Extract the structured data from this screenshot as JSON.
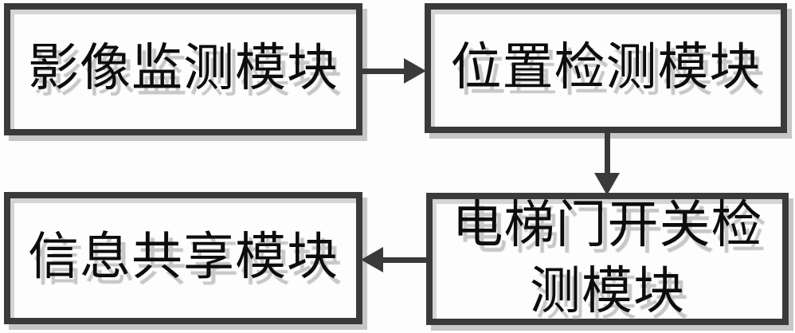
{
  "diagram": {
    "type": "flowchart",
    "boxes": [
      {
        "id": "image-monitoring",
        "label": "影像监测模块"
      },
      {
        "id": "position-detection",
        "label": "位置检测模块"
      },
      {
        "id": "elevator-door-detection",
        "label": "电梯门开关检测模块"
      },
      {
        "id": "information-sharing",
        "label": "信息共享模块"
      }
    ],
    "connections": [
      {
        "from": "影像监测模块",
        "to": "位置检测模块",
        "direction": "right"
      },
      {
        "from": "位置检测模块",
        "to": "电梯门开关检测模块",
        "direction": "down"
      },
      {
        "from": "电梯门开关检测模块",
        "to": "信息共享模块",
        "direction": "left"
      }
    ],
    "colors": {
      "border": "#3a3a3a",
      "arrow": "#3a3a3a",
      "box_shadow": "#c6c6c6",
      "text": "#0d0d0d",
      "text_shadow": "#c7c7c7",
      "background": "#fdfdfd"
    }
  }
}
